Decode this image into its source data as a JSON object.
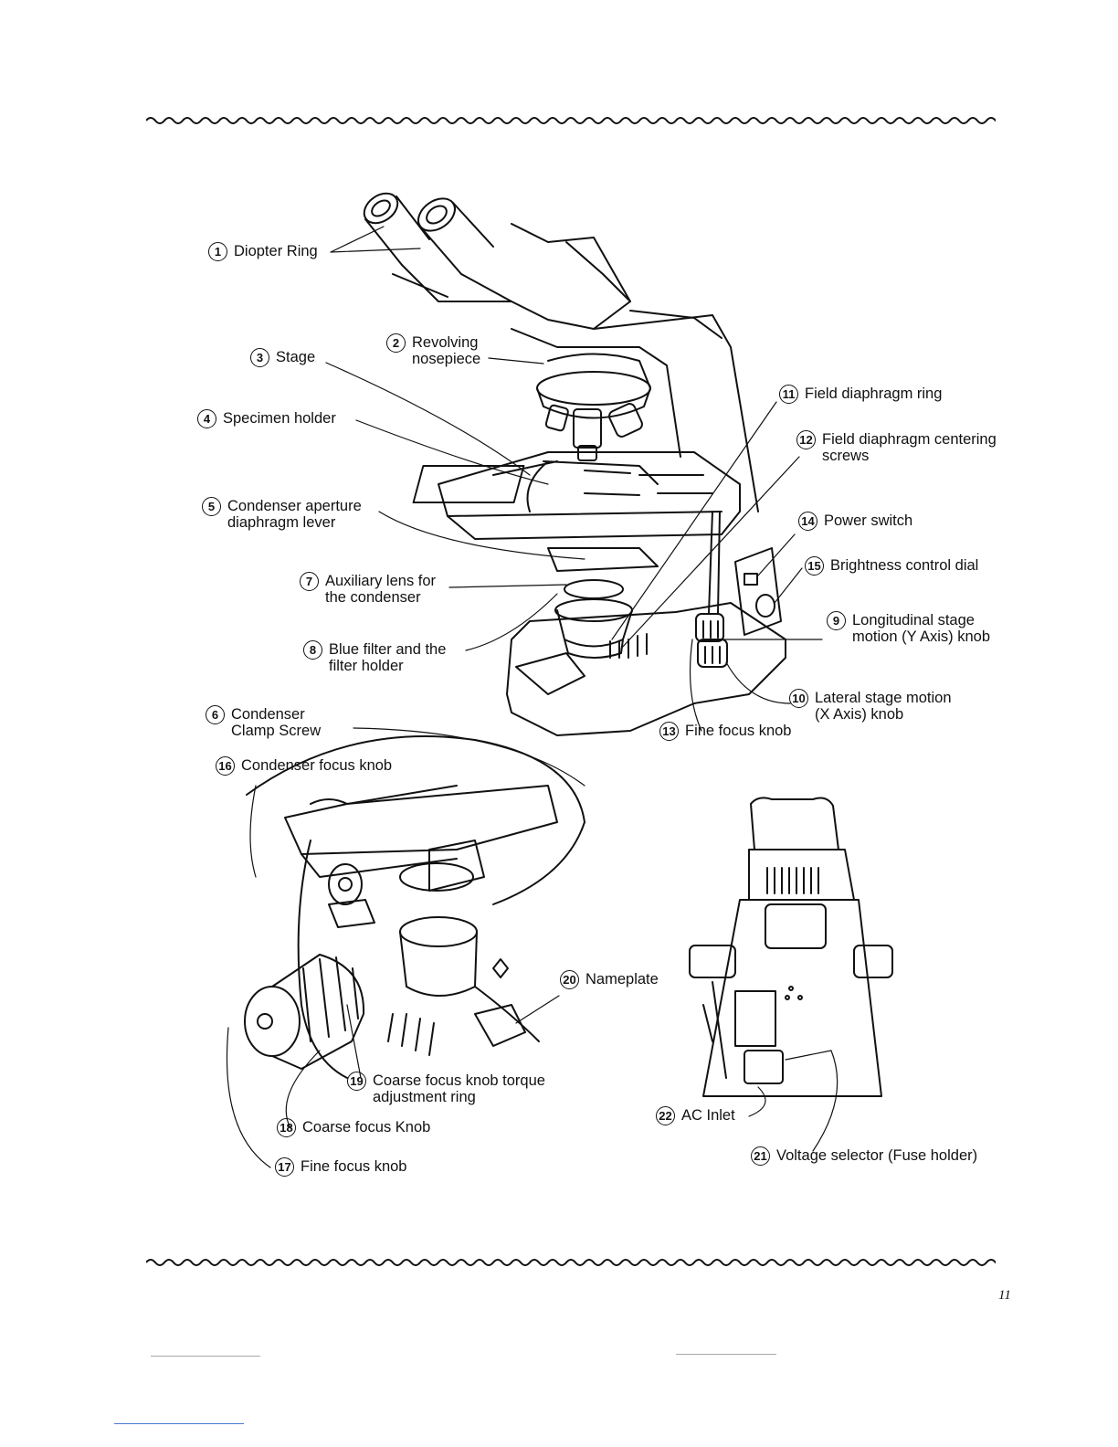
{
  "page_number": "11",
  "labels": [
    {
      "n": "1",
      "text": [
        "Diopter Ring"
      ]
    },
    {
      "n": "2",
      "text": [
        "Revolving",
        "nosepiece"
      ]
    },
    {
      "n": "3",
      "text": [
        "Stage"
      ]
    },
    {
      "n": "4",
      "text": [
        "Specimen holder"
      ]
    },
    {
      "n": "5",
      "text": [
        "Condenser aperture",
        "diaphragm lever"
      ]
    },
    {
      "n": "6",
      "text": [
        "Condenser",
        "Clamp Screw"
      ]
    },
    {
      "n": "7",
      "text": [
        "Auxiliary lens for",
        "the condenser"
      ]
    },
    {
      "n": "8",
      "text": [
        "Blue filter and the",
        "filter holder"
      ]
    },
    {
      "n": "9",
      "text": [
        "Longitudinal stage",
        "motion (Y Axis) knob"
      ]
    },
    {
      "n": "10",
      "text": [
        "Lateral stage motion",
        "(X Axis) knob"
      ]
    },
    {
      "n": "11",
      "text": [
        "Field diaphragm ring"
      ]
    },
    {
      "n": "12",
      "text": [
        "Field diaphragm centering",
        "screws"
      ]
    },
    {
      "n": "13",
      "text": [
        "Fine focus knob"
      ]
    },
    {
      "n": "14",
      "text": [
        "Power switch"
      ]
    },
    {
      "n": "15",
      "text": [
        "Brightness control dial"
      ]
    },
    {
      "n": "16",
      "text": [
        "Condenser focus knob"
      ]
    },
    {
      "n": "17",
      "text": [
        "Fine focus knob"
      ]
    },
    {
      "n": "18",
      "text": [
        "Coarse focus Knob"
      ]
    },
    {
      "n": "19",
      "text": [
        "Coarse focus knob torque",
        "adjustment ring"
      ]
    },
    {
      "n": "20",
      "text": [
        "Nameplate"
      ]
    },
    {
      "n": "21",
      "text": [
        "Voltage selector (Fuse holder)"
      ]
    },
    {
      "n": "22",
      "text": [
        "AC Inlet"
      ]
    }
  ]
}
